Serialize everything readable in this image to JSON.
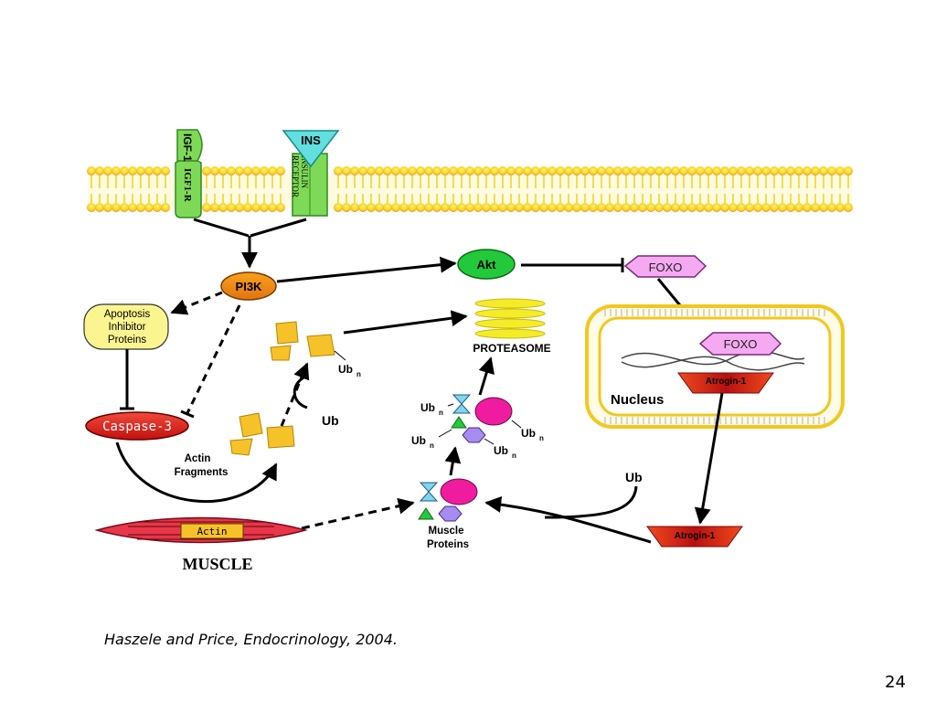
{
  "labels": {
    "igf1": "IGF-1",
    "igf1r": "IGF1-R",
    "ins": "INS",
    "insulin_receptor_1": "INSULIN",
    "insulin_receptor_2": "RECEPTOR",
    "pi3k": "PI3K",
    "akt": "Akt",
    "foxo_cyto": "FOXO",
    "foxo_nuc": "FOXO",
    "apoptosis_1": "Apoptosis",
    "apoptosis_2": "Inhibitor",
    "apoptosis_3": "Proteins",
    "caspase": "Caspase-3",
    "proteasome": "PROTEASOME",
    "nucleus": "Nucleus",
    "atrogin_nuc": "Atrogin-1",
    "atrogin_cyto": "Atrogin-1",
    "ub_center": "Ub",
    "ub_right": "Ub",
    "ubn_a": "Ub",
    "ubn_b": "Ub",
    "ubn_c": "Ub",
    "ubn_d": "Ub",
    "ubn_e": "Ub",
    "sub_n": "n",
    "actin_frag_1": "Actin",
    "actin_frag_2": "Fragments",
    "muscle_prot_1": "Muscle",
    "muscle_prot_2": "Proteins",
    "actin": "Actin",
    "muscle": "MUSCLE"
  },
  "citation": "Haszele and Price, Endocrinology, 2004.",
  "page_number": "24",
  "colors": {
    "membrane": "#f5e21e",
    "membrane_accent": "#f08a1a",
    "receptor_green": "#7ed957",
    "ins_cyan": "#62e0e0",
    "akt_green": "#22c93a",
    "foxo_pink": "#f5a9f0",
    "apoptosis_yellow": "#fbf590",
    "caspase_red": "#dd1c1c",
    "actin_orange": "#f6c22a",
    "proteasome_yellow": "#f4ec29",
    "magenta": "#f01ca0",
    "purple": "#a78cf0",
    "atrogin_red": "#e22a1a",
    "muscle_red": "#e8364a"
  }
}
